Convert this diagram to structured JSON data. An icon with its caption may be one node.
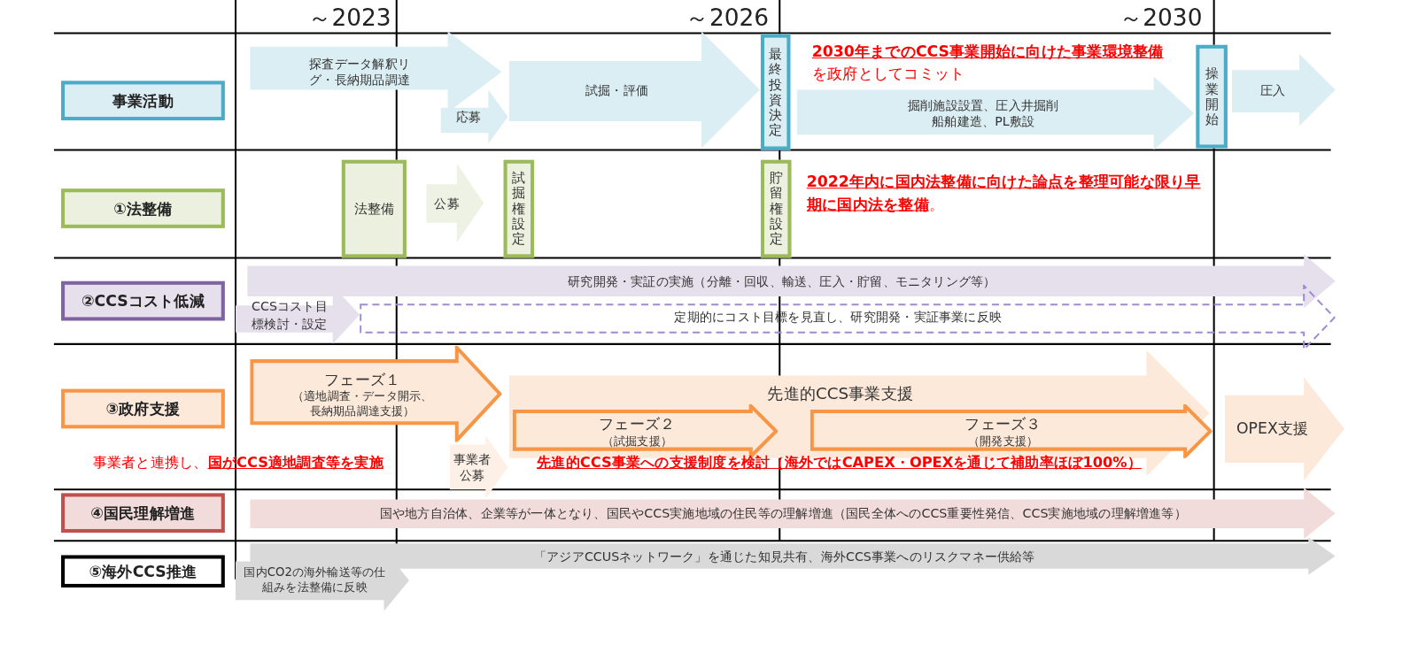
{
  "diagram": {
    "nodes": [
      {
        "text": [
          "事業活動"
        ]
      },
      {
        "text": [
          "探査データ解釈リグ・長納期品調達"
        ]
      },
      {
        "text": [
          "応募"
        ]
      },
      {
        "text": [
          "試掘・評価"
        ]
      },
      {
        "text": [
          "最終投資決定"
        ]
      },
      {
        "text": [
          "掘削施設設置、圧入井掘削船舶建造、PL敷設"
        ]
      },
      {
        "text": [
          "操業開始"
        ]
      },
      {
        "text": [
          "圧入"
        ]
      },
      {
        "text": [
          "①法整備"
        ]
      },
      {
        "text": [
          "法整備"
        ]
      },
      {
        "text": [
          "公募"
        ]
      },
      {
        "text": [
          "試掘権設定"
        ]
      },
      {
        "text": [
          "貯留権設定"
        ]
      },
      {
        "text": [
          "②CCSコスト低減"
        ]
      },
      {
        "text": [
          "研究開発・実証の実施（分離・回収、輸送、圧入・貯留、モニタリング等）"
        ]
      },
      {
        "text": [
          "CCSコスト目標検討・設定"
        ]
      },
      {
        "text": [
          "定期的にコスト目標を見直し、研究開発・実証事業に反映"
        ]
      },
      {
        "text": [
          "③政府支援"
        ]
      },
      {
        "text": [
          "フェーズ１",
          "（適地調査・データ開示、長納期品調達支援）"
        ]
      },
      {
        "text": [
          "事業者公募"
        ]
      },
      {
        "text": [
          "先進的CCS事業支援"
        ]
      },
      {
        "text": [
          "フェーズ２",
          "（試掘支援）"
        ],
        "in": 20
      },
      {
        "text": [
          "フェーズ３",
          "（開発支援）"
        ],
        "in": 20
      },
      {
        "text": [
          "OPEX支援"
        ]
      },
      {
        "text": [
          "④国民理解増進"
        ]
      },
      {
        "text": [
          "国や地方自治体、企業等が一体となり、国民やCCS実施地域の住民等の理解増進（国民全体へのCCS重要性発信、CCS実施地域の理解増進等）"
        ]
      },
      {
        "text": [
          "⑤海外CCS推進"
        ]
      },
      {
        "text": [
          "「アジアCCUSネットワーク」を通じた知見共有、海外CCS事業へのリスクマネー供給等"
        ]
      },
      {
        "text": [
          "国内CO2の海外輸送等の仕組みを法整備に反映"
        ]
      }
    ],
    "labels": [
      "～2023",
      "～2026",
      "～2030",
      "**2030年までのCCS事業開始に向けた事業環境整備**を政府としてコミット",
      "**2022年内に国内法整備に向けた論点を整理可能な限り早期に国内法を整備**。",
      "事業者と連携し、**国がCCS適地調査等を実施**",
      "先進的CCS事業への支援制度を検討（海外ではCAPEX・OPEXを通じて補助率ほぼ100%）"
    ]
  }
}
